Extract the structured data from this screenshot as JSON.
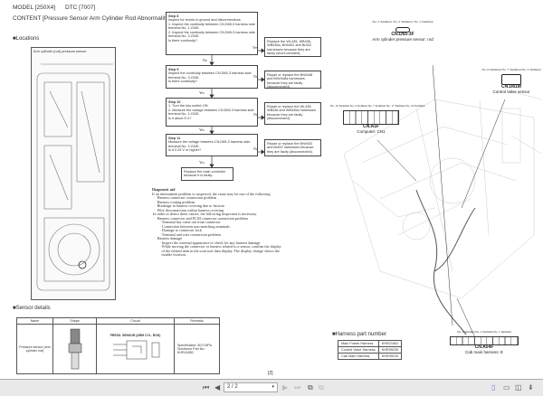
{
  "header": {
    "model": "MODEL [250X4]",
    "dtc": "DTC [7007]",
    "content": "CONTENT [Pressure Sensor Arm Cylinder Rod Abnormality]"
  },
  "locations": {
    "heading": "■Locations",
    "image_label": "Arm cylinder (rod) pressure sensor"
  },
  "flowchart": {
    "steps": [
      {
        "title": "Step 8",
        "lines": [
          "Inspect for shorts to ground and disconnections.",
          "1. Inspect the continuity between CN.D65-3 harness side terminal No. 1-GND.",
          "2. Inspect the continuity between CN.D65-3 harness side terminal No. 2-GND."
        ],
        "question": "Is there continuity?",
        "branch": "Yes",
        "next": "No",
        "action": "Replace the WL435, WB436, WB436a, BrW402 and Br402 harnesses because they are faulty (short-circuited)."
      },
      {
        "title": "Step 9",
        "lines": [
          "Inspect the continuity between CN.D65-3 harness side terminal No. 3-GND."
        ],
        "question": "Is there continuity?",
        "branch": "No",
        "next": "Yes",
        "action": "Repair or replace the BrW448 and BrW448a harnesses because they are faulty (disconnected)."
      },
      {
        "title": "Step 10",
        "lines": [
          "1. Turn the key switch ON.",
          "2. Measure the voltage between CN.D65-3 harness side terminal No. 1-GND."
        ],
        "question": "Is it about 5 V?",
        "branch": "No",
        "next": "Yes",
        "action": "Repair or replace the WL435, WB436 and WB436a harnesses because they are faulty (disconnected)."
      },
      {
        "title": "Step 11",
        "lines": [
          "Measure the voltage between CN.D65-3 harness side terminal No. 2-GND."
        ],
        "question": "Is it 0.25 V or higher?",
        "branch": "No",
        "next": "Yes",
        "action": "Repair or replace the BrW402 and Br402 harnesses because they are faulty (disconnected)."
      }
    ],
    "final": "Replace the main controller because it is faulty."
  },
  "diagnostic": {
    "title": "Diagnostic aid",
    "lines": [
      "If an intermittent problem is suspected, the cause may be one of the following.",
      "  ·  Harness connector connection problem",
      "  ·  Harness routing problem",
      "  ·  Breakage in harness covering due to friction",
      "  ·  Wire disconnection within harness covering",
      " In order to detect these causes, the following inspection is necessary.",
      "  ·  Harness connector and ECM connector connection problem",
      "        · Terminal has come out from connector",
      "        · Connection between non-matching terminals",
      "        · Damage to connector lock",
      "        · Terminal and wire connection problem",
      "  ·  Harness damage",
      "        · Inspect the external appearance to check for any harness damage.",
      "        · While moving the connector or harness related to a sensor, confirm the display",
      "          of the related item in the scan tool data display. The display change shows the",
      "          trouble location."
    ]
  },
  "sensor_details": {
    "heading": "■Sensor details",
    "columns": [
      "Name",
      "Shape",
      "Circuit",
      "Remarks"
    ],
    "row": {
      "name": "Pressure sensor (arm cylinder rod)",
      "circuit_title": "PRESS. SENSOR (ARM CYL. ROD)",
      "remarks": [
        "Specification: 50.0 MPa",
        "Sumitomo Part No.:",
        "KHR41850"
      ]
    }
  },
  "harness": {
    "heading": "■Harness part number",
    "rows": [
      [
        "Main Frame Harness",
        "KHR21802"
      ],
      [
        "Control Valve Harness",
        "KHR39230"
      ],
      [
        "Cab Main Harness",
        "KHR39210"
      ]
    ]
  },
  "connectors": [
    {
      "name": "CN.D65-3F",
      "desc": "Arm cylinder pressure sensor: rod",
      "terminals": [
        "No. 3 Terminal",
        "No. 2 Terminal",
        "No. 1 Terminal"
      ]
    },
    {
      "name": "CN.D81M",
      "desc": "Control valve sensor",
      "terminals": [
        "No. 6 Terminal",
        "No. 7 Terminal",
        "No. 3 Terminal"
      ]
    },
    {
      "name": "CN.A1F",
      "desc": "Computer: CN1",
      "terminals": [
        "No. 10 Terminal",
        "No. 6 Terminal",
        "No. 7 Terminal",
        "No. 17 Terminal",
        "No. 19 Terminal"
      ]
    },
    {
      "name": "CN.A54F",
      "desc": "Cab main harness: E",
      "terminals": [
        "No. 4 Terminal",
        "No. 2 Terminal",
        "No. 1 Terminal"
      ]
    }
  ],
  "page_label": "[2]",
  "toolbar": {
    "page_value": "2 / 2"
  }
}
